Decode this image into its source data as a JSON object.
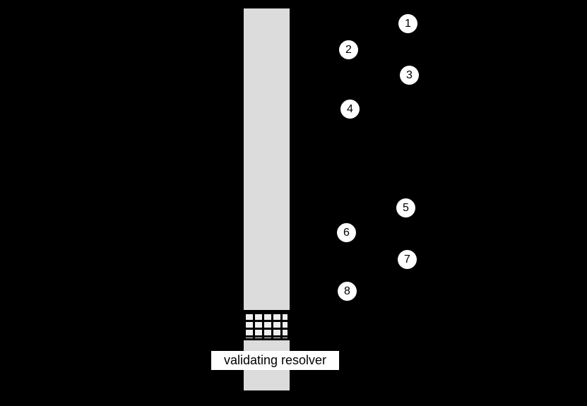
{
  "diagram": {
    "background_color": "#000000",
    "lifeline": {
      "label": "validating resolver",
      "bar_color": "#dcdcdc",
      "label_background": "#ffffff",
      "label_text_color": "#000000"
    },
    "hatch_segment": {
      "square_color": "#efefef",
      "line_color": "#000000"
    },
    "step_circle_color": "#ffffff",
    "step_number_color": "#000000",
    "steps": [
      {
        "number": "1"
      },
      {
        "number": "2"
      },
      {
        "number": "3"
      },
      {
        "number": "4"
      },
      {
        "number": "5"
      },
      {
        "number": "6"
      },
      {
        "number": "7"
      },
      {
        "number": "8"
      }
    ]
  }
}
